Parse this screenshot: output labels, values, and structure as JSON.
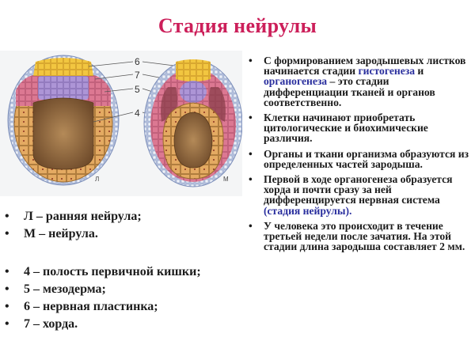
{
  "title": "Стадия нейрулы",
  "colors": {
    "title": "#cc1f5a",
    "highlight": "#2a2f9e",
    "text": "#1c1c1c",
    "ectoderm": "#a9b8d6",
    "neural_plate": "#f0c23a",
    "chorda": "#a98fd0",
    "mesoderm": "#d9708c",
    "endoderm": "#e2a65c",
    "gut_cavity": "#8e6a40"
  },
  "figure": {
    "left_letter": "Л",
    "right_letter": "М",
    "labels": [
      "6",
      "7",
      "5",
      "4"
    ]
  },
  "left_list_top": {
    "items": [
      {
        "bullet": "•",
        "text": "Л – ранняя нейрула;"
      },
      {
        "bullet": "•",
        "text": "М – нейрула."
      }
    ]
  },
  "left_list_bottom": {
    "items": [
      {
        "bullet": "•",
        "text": "4 – полость первичной кишки;"
      },
      {
        "bullet": "•",
        "text": "5 – мезодерма;"
      },
      {
        "bullet": "•",
        "text": "6 – нервная пластинка;"
      },
      {
        "bullet": "•",
        "text": "7 – хорда."
      }
    ]
  },
  "right_list": {
    "items": [
      {
        "bullet": "•",
        "part1": "С формированием зародышевых листков начинается стадии ",
        "hl1": "гистогенеза",
        "part2": " и ",
        "hl2": "органогенеза",
        "part3": " – это стадии дифференциации тканей и органов соответственно."
      },
      {
        "bullet": "•",
        "text": "Клетки начинают приобретать цитологические и биохимические различия."
      },
      {
        "bullet": "•",
        "text": "Органы и ткани организма образуются из определенных частей зародыша."
      },
      {
        "bullet": "•",
        "part1": "Первой в ходе органогенеза образуется хорда и почти сразу за ней дифференцируется нервная система ",
        "hl1": "(стадия нейрулы)."
      },
      {
        "bullet": "•",
        "text": "У человека это происходит в течение третьей недели после зачатия. На этой стадии длина зародыша составляет 2 мм."
      }
    ]
  }
}
